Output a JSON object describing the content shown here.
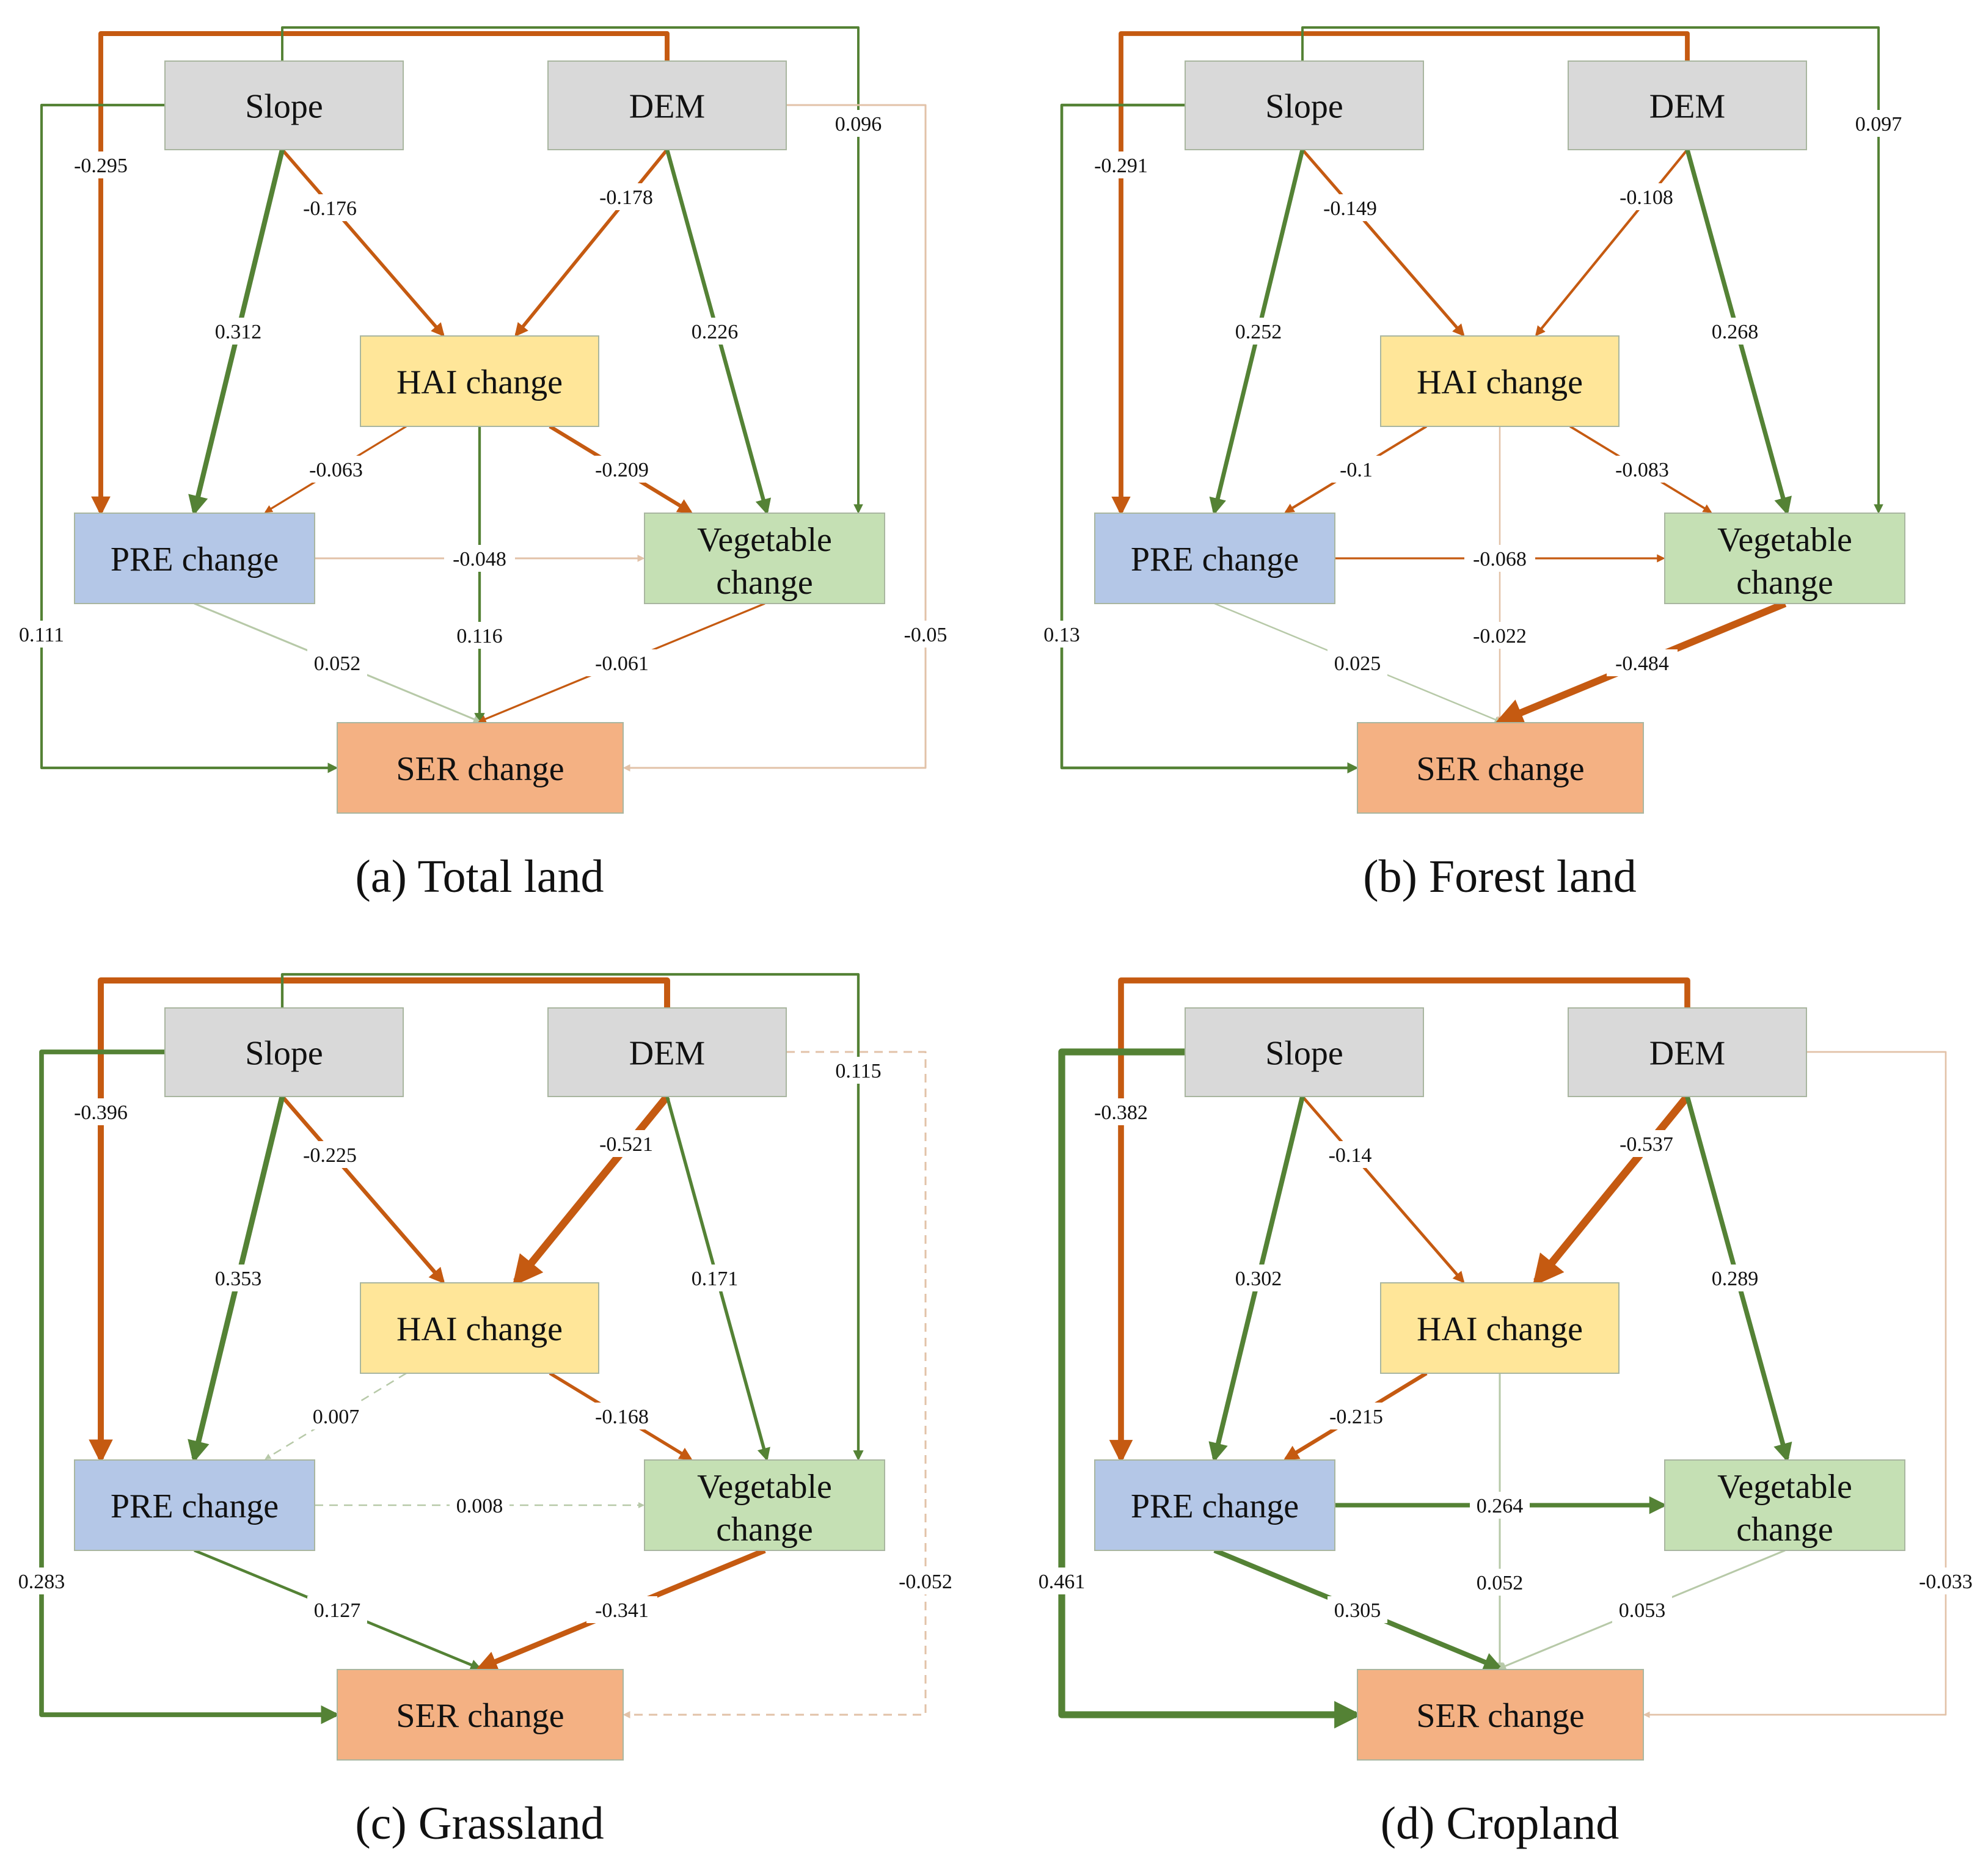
{
  "colors": {
    "positive": "#548235",
    "negative": "#C55A11",
    "faint_positive": "#B7C9A8",
    "faint_negative": "#E2C2A8",
    "slope_fill": "#D9D9D9",
    "dem_fill": "#D9D9D9",
    "hai_fill": "#FFE699",
    "pre_fill": "#B4C7E7",
    "veg_fill": "#C5E0B4",
    "ser_fill": "#F4B183",
    "node_border": "#A9B6A0"
  },
  "nodes": {
    "slope": "Slope",
    "dem": "DEM",
    "hai": "HAI change",
    "pre": "PRE change",
    "veg_line1": "Vegetable",
    "veg_line2": "change",
    "ser": "SER change"
  },
  "panels": [
    {
      "id": "a",
      "caption": "(a) Total land",
      "edges": {
        "slope_hai": {
          "value": "-0.176",
          "style": "solid"
        },
        "dem_hai": {
          "value": "-0.178",
          "style": "solid"
        },
        "slope_pre": {
          "value": "0.312",
          "style": "solid"
        },
        "dem_veg": {
          "value": "0.226",
          "style": "solid"
        },
        "dem_pre": {
          "value": "-0.295",
          "style": "solid"
        },
        "slope_veg": {
          "value": "0.096",
          "style": "solid"
        },
        "slope_ser": {
          "value": "0.111",
          "style": "solid"
        },
        "dem_ser": {
          "value": "-0.05",
          "style": "solid"
        },
        "hai_pre": {
          "value": "-0.063",
          "style": "solid"
        },
        "hai_veg": {
          "value": "-0.209",
          "style": "solid"
        },
        "hai_ser": {
          "value": "0.116",
          "style": "solid"
        },
        "pre_veg": {
          "value": "-0.048",
          "style": "solid"
        },
        "pre_ser": {
          "value": "0.052",
          "style": "solid"
        },
        "veg_ser": {
          "value": "-0.061",
          "style": "solid"
        }
      }
    },
    {
      "id": "b",
      "caption": "(b) Forest land",
      "edges": {
        "slope_hai": {
          "value": "-0.149",
          "style": "solid"
        },
        "dem_hai": {
          "value": "-0.108",
          "style": "solid"
        },
        "slope_pre": {
          "value": "0.252",
          "style": "solid"
        },
        "dem_veg": {
          "value": "0.268",
          "style": "solid"
        },
        "dem_pre": {
          "value": "-0.291",
          "style": "solid"
        },
        "slope_veg": {
          "value": "0.097",
          "style": "solid"
        },
        "slope_ser": {
          "value": "0.13",
          "style": "solid"
        },
        "dem_ser": {
          "value": "",
          "style": "none"
        },
        "hai_pre": {
          "value": "-0.1",
          "style": "solid"
        },
        "hai_veg": {
          "value": "-0.083",
          "style": "solid"
        },
        "hai_ser": {
          "value": "-0.022",
          "style": "solid"
        },
        "pre_veg": {
          "value": "-0.068",
          "style": "solid"
        },
        "pre_ser": {
          "value": "0.025",
          "style": "solid"
        },
        "veg_ser": {
          "value": "-0.484",
          "style": "solid"
        }
      }
    },
    {
      "id": "c",
      "caption": "(c) Grassland",
      "edges": {
        "slope_hai": {
          "value": "-0.225",
          "style": "solid"
        },
        "dem_hai": {
          "value": "-0.521",
          "style": "solid"
        },
        "slope_pre": {
          "value": "0.353",
          "style": "solid"
        },
        "dem_veg": {
          "value": "0.171",
          "style": "solid"
        },
        "dem_pre": {
          "value": "-0.396",
          "style": "solid"
        },
        "slope_veg": {
          "value": "0.115",
          "style": "solid"
        },
        "slope_ser": {
          "value": "0.283",
          "style": "solid"
        },
        "dem_ser": {
          "value": "-0.052",
          "style": "dashed"
        },
        "hai_pre": {
          "value": "0.007",
          "style": "dashed"
        },
        "hai_veg": {
          "value": "-0.168",
          "style": "solid"
        },
        "hai_ser": {
          "value": "",
          "style": "none"
        },
        "pre_veg": {
          "value": "0.008",
          "style": "dashed"
        },
        "pre_ser": {
          "value": "0.127",
          "style": "solid"
        },
        "veg_ser": {
          "value": "-0.341",
          "style": "solid"
        }
      }
    },
    {
      "id": "d",
      "caption": "(d) Cropland",
      "edges": {
        "slope_hai": {
          "value": "-0.14",
          "style": "solid"
        },
        "dem_hai": {
          "value": "-0.537",
          "style": "solid"
        },
        "slope_pre": {
          "value": "0.302",
          "style": "solid"
        },
        "dem_veg": {
          "value": "0.289",
          "style": "solid"
        },
        "dem_pre": {
          "value": "-0.382",
          "style": "solid"
        },
        "slope_veg": {
          "value": "",
          "style": "none"
        },
        "slope_ser": {
          "value": "0.461",
          "style": "solid"
        },
        "dem_ser": {
          "value": "-0.033",
          "style": "solid"
        },
        "hai_pre": {
          "value": "-0.215",
          "style": "solid"
        },
        "hai_veg": {
          "value": "",
          "style": "none"
        },
        "hai_ser": {
          "value": "0.052",
          "style": "solid"
        },
        "pre_veg": {
          "value": "0.264",
          "style": "solid"
        },
        "pre_ser": {
          "value": "0.305",
          "style": "solid"
        },
        "veg_ser": {
          "value": "0.053",
          "style": "solid"
        }
      }
    }
  ]
}
